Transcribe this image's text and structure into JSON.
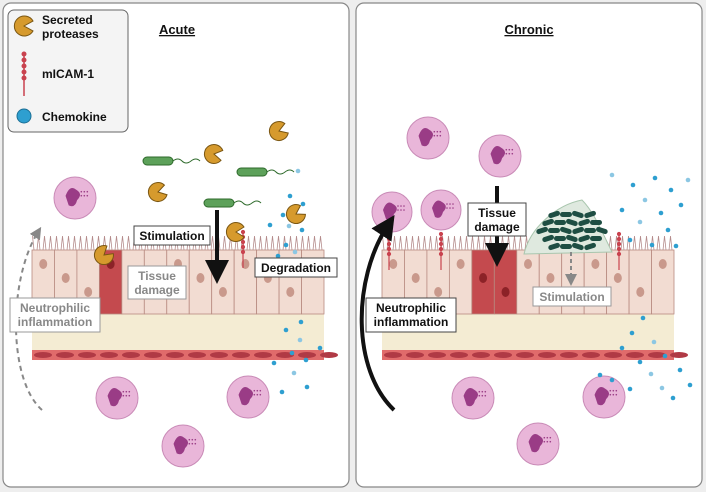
{
  "legend": {
    "proteases": [
      "Secreted",
      "proteases"
    ],
    "micam": "mICAM-1",
    "chemokine": "Chemokine"
  },
  "panels": {
    "acute": {
      "title": "Acute",
      "labels": {
        "stimulation": "Stimulation",
        "tissue_damage": [
          "Tissue",
          "damage"
        ],
        "degradation": "Degradation",
        "neutrophilic_inflammation": [
          "Neutrophilic",
          "inflammation"
        ]
      }
    },
    "chronic": {
      "title": "Chronic",
      "labels": {
        "tissue_damage": [
          "Tissue",
          "damage"
        ],
        "stimulation": "Stimulation",
        "neutrophilic_inflammation": [
          "Neutrophilic",
          "inflammation"
        ]
      }
    }
  },
  "colors": {
    "protease": "#d69a2d",
    "micam": "#c9424e",
    "chemokine": "#2e9fd0",
    "neutrophil": "#e9b6d9",
    "nucleus": "#9a3c86",
    "epithelium": "#f2dcd2",
    "damaged_cell": "#c44a4e",
    "bacteria": "#5da15a",
    "biofilm": "#1e4e43",
    "basement": "#f4ecd3",
    "endothelium": "#e06b6b"
  },
  "icons": [
    "protease-icon",
    "micam-icon",
    "chemokine-icon",
    "neutrophil-icon",
    "bacterium-icon",
    "biofilm-icon"
  ]
}
